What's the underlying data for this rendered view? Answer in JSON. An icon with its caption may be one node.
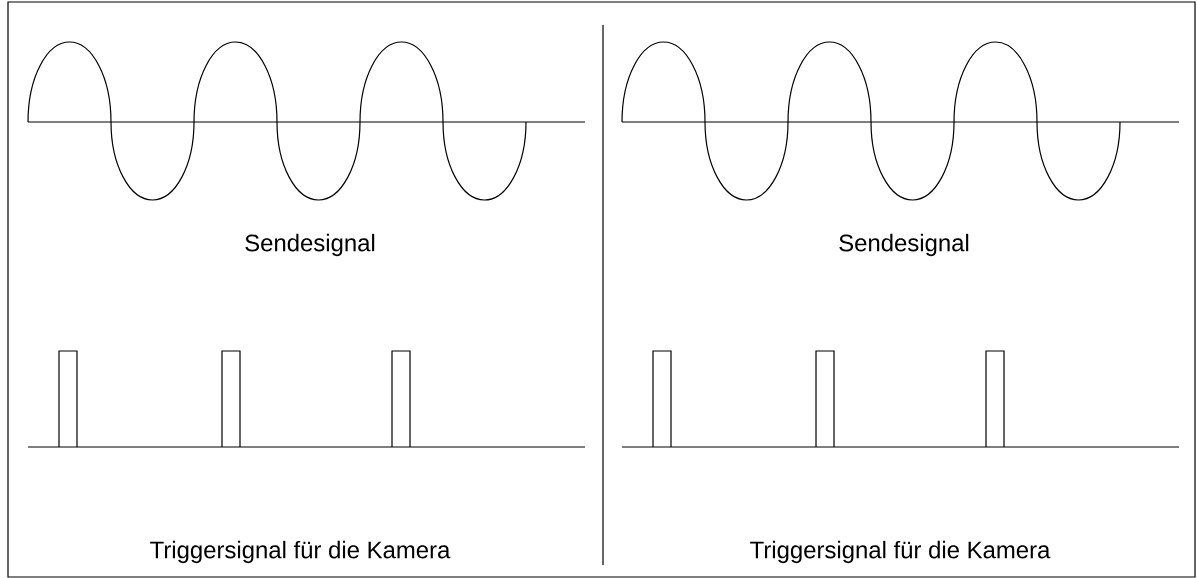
{
  "diagram": {
    "labels": [
      "Sendesignal",
      "Triggersignal für die Kamera",
      "Sendesignal",
      "Triggersignal für die Kamera"
    ]
  }
}
